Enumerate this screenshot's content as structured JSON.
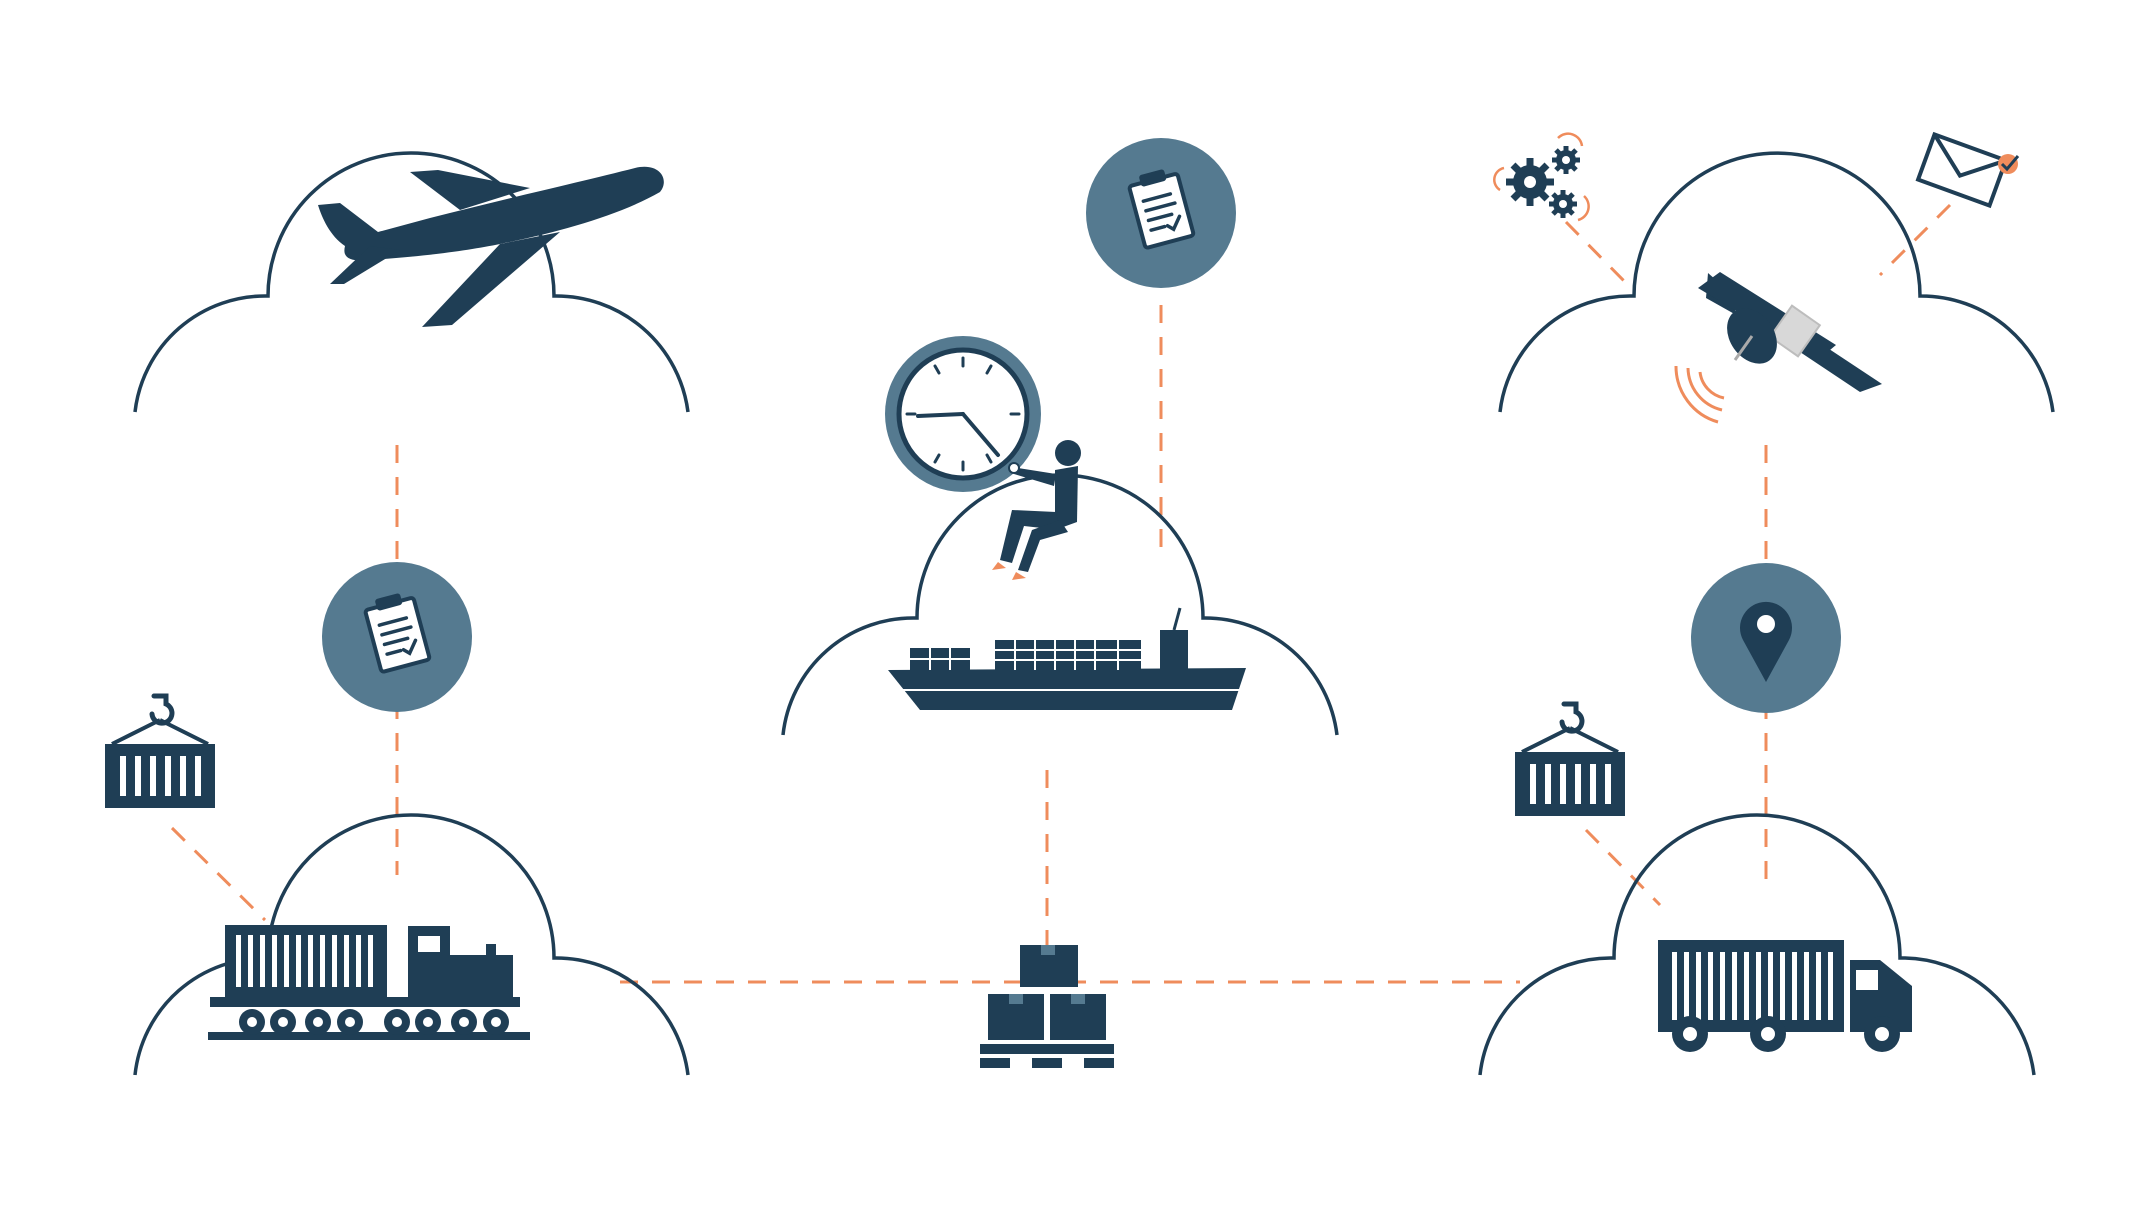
{
  "colors": {
    "navy": "#1f3e55",
    "steel": "#557a90",
    "orange": "#ef8c5c",
    "white": "#ffffff",
    "background": "#ffffff"
  },
  "nodes": [
    {
      "id": "air",
      "icon": "airplane-icon"
    },
    {
      "id": "sea",
      "icon": "cargo-ship-icon"
    },
    {
      "id": "tracking",
      "icon": "satellite-icon"
    },
    {
      "id": "rail",
      "icon": "freight-train-icon"
    },
    {
      "id": "hub",
      "icon": "pallet-boxes-icon"
    },
    {
      "id": "road",
      "icon": "truck-icon"
    }
  ],
  "badges": [
    {
      "id": "documents-left",
      "icon": "clipboard-icon"
    },
    {
      "id": "documents-center",
      "icon": "clipboard-icon"
    },
    {
      "id": "location",
      "icon": "map-pin-icon"
    }
  ],
  "extras": [
    {
      "id": "clock",
      "icon": "clock-icon"
    },
    {
      "id": "person",
      "icon": "person-sitting-icon"
    },
    {
      "id": "gears",
      "icon": "gears-icon"
    },
    {
      "id": "email",
      "icon": "envelope-icon"
    },
    {
      "id": "container-left",
      "icon": "crane-container-icon"
    },
    {
      "id": "container-right",
      "icon": "crane-container-icon"
    }
  ]
}
